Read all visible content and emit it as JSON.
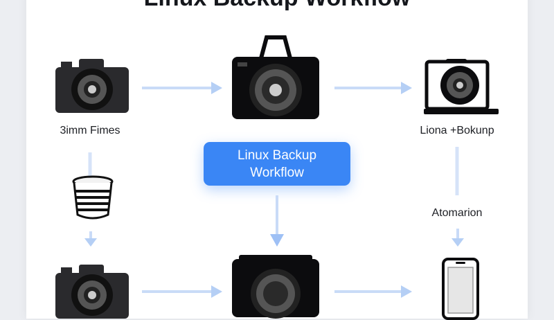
{
  "title": "Linux Backup Workflow",
  "nodes": {
    "top_left_label": "3imm Fimes",
    "top_right_label": "Liona +Bokunp",
    "right_middle_label": "Atomarion"
  },
  "center_button": {
    "line1": "Linux Backup",
    "line2": "Workflow"
  },
  "colors": {
    "accent": "#3a86f5",
    "connector": "#c9dbf7",
    "icon": "#0c0c0e"
  }
}
